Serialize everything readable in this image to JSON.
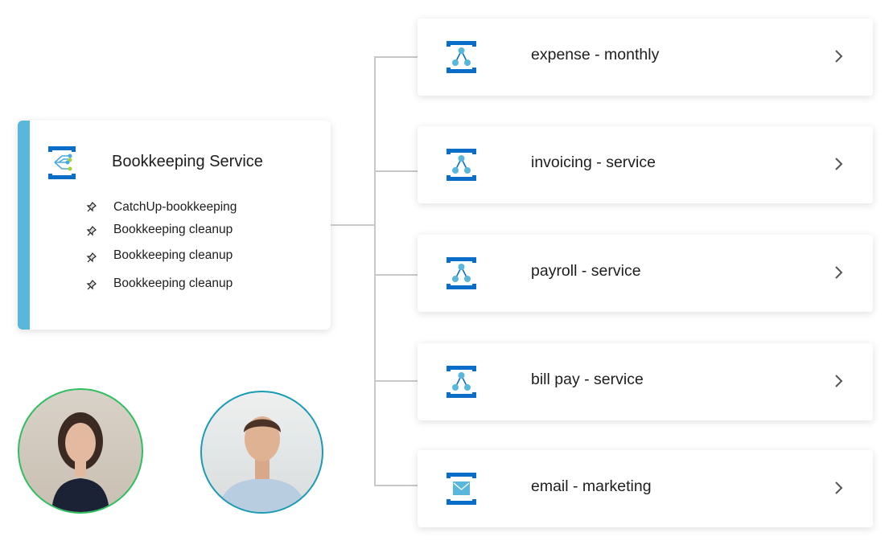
{
  "main_card": {
    "title": "Bookkeeping Service",
    "items": [
      "CatchUp-bookkeeping",
      "Bookkeeping cleanup",
      "Bookkeeping cleanup",
      "Bookkeeping cleanup"
    ]
  },
  "services": [
    {
      "label": "expense - monthly",
      "icon": "pipeline-icon"
    },
    {
      "label": "invoicing - service",
      "icon": "pipeline-icon"
    },
    {
      "label": "payroll - service",
      "icon": "pipeline-icon"
    },
    {
      "label": "bill pay - service",
      "icon": "pipeline-icon"
    },
    {
      "label": "email - marketing",
      "icon": "email-icon"
    }
  ],
  "colors": {
    "accent": "#5ab7dc",
    "brand_blue": "#0a6ec8",
    "avatar1_border": "#2fbf60",
    "avatar2_border": "#1a9bb5"
  }
}
